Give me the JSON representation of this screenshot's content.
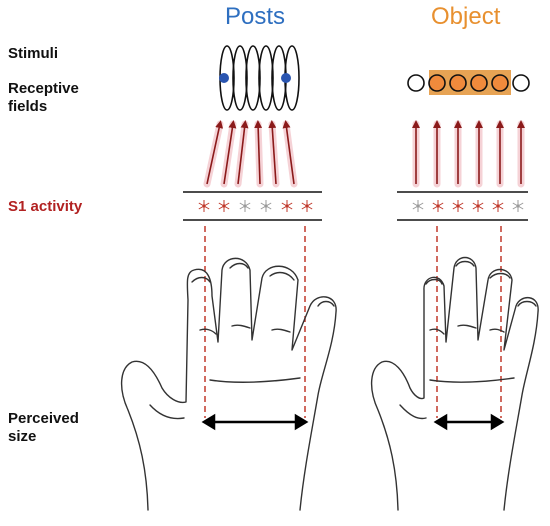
{
  "labels": {
    "stimuli": "Stimuli",
    "receptive_fields": "Receptive fields",
    "s1_activity": "S1 activity",
    "perceived_size": "Perceived size"
  },
  "panels": {
    "left": {
      "title": "Posts"
    },
    "right": {
      "title": "Object"
    }
  },
  "colors": {
    "posts_title": "#2e6fc0",
    "object_title": "#e8902f",
    "post_dot": "#2a55b0",
    "object_fill": "#f08a3c",
    "object_box": "#e7a354",
    "arrow": "#8b1a1a",
    "arrow_glow": "#f3c7cc",
    "s1_label": "#b22222",
    "dashed_line": "#c0392b"
  }
}
